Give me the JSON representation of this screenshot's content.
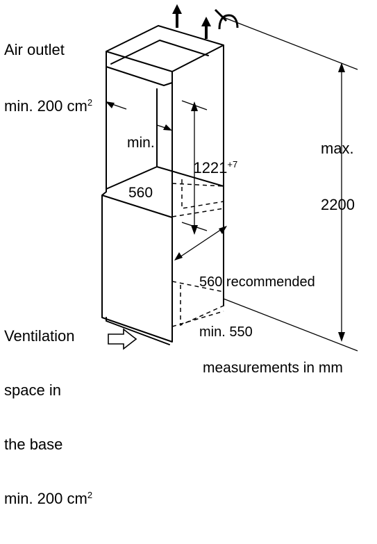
{
  "labels": {
    "air_outlet_line1": "Air outlet",
    "air_outlet_line2": "min. 200 cm",
    "air_outlet_sup": "2",
    "min_line1": "min.",
    "min_line2": "560",
    "niche_height": "1221",
    "niche_height_sup": "+7",
    "max_line1": "max.",
    "max_line2": "2200",
    "depth_line1": "560 recommended",
    "depth_line2": "min. 550",
    "vent_line1": "Ventilation",
    "vent_line2": "space in",
    "vent_line3": "the base",
    "vent_line4": "min. 200 cm",
    "vent_sup": "2",
    "units_note": "measurements in mm"
  },
  "icons": [
    "arrow-up-icon",
    "arrow-up-icon",
    "curved-arrow-icon",
    "arrow-right-icon"
  ]
}
